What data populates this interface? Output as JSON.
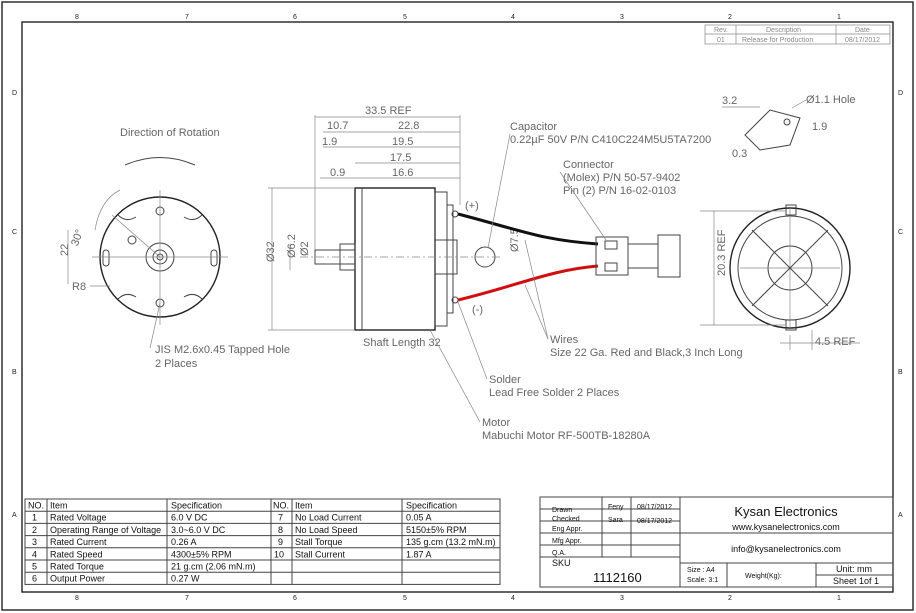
{
  "zones": {
    "cols": [
      "8",
      "7",
      "6",
      "5",
      "4",
      "3",
      "2",
      "1"
    ],
    "rows": [
      "D",
      "C",
      "B",
      "A"
    ]
  },
  "revision": {
    "headers": [
      "Rev.",
      "Description",
      "Date"
    ],
    "row": [
      "01",
      "Release for Production",
      "08/17/2012"
    ]
  },
  "left_view": {
    "title": "Direction of Rotation",
    "angle": "30°",
    "dim_22": "22",
    "radius": "R8",
    "hole_note": "JIS M2.6x0.45 Tapped Hole",
    "hole_count": "2 Places"
  },
  "side_view": {
    "d_overall": "33.5 REF",
    "d_10_7": "10.7",
    "d_22_8": "22.8",
    "d_1_9": "1.9",
    "d_19_5": "19.5",
    "d_17_5": "17.5",
    "d_0_9": "0.9",
    "d_16_6": "16.6",
    "dia32": "Ø32",
    "dia6_2": "Ø6.2",
    "dia2": "Ø2",
    "dia7_5": "Ø7.5",
    "plus": "(+)",
    "minus": "(-)",
    "shaft_length": "Shaft Length 32"
  },
  "callouts": {
    "capacitor_title": "Capacitor",
    "capacitor_desc": "0.22µF 50V P/N C410C224M5U5TA7200",
    "connector_title": "Connector",
    "connector_line1": "(Molex) P/N 50-57-9402",
    "connector_line2": "Pin (2) P/N 16-02-0103",
    "wires_title": "Wires",
    "wires_desc": "Size 22 Ga. Red and Black,3 Inch Long",
    "solder_title": "Solder",
    "solder_desc": "Lead Free Solder 2 Places",
    "motor_title": "Motor",
    "motor_desc": "Mabuchi Motor RF-500TB-18280A"
  },
  "detail": {
    "d_3_2": "3.2",
    "hole": "Ø1.1 Hole",
    "d_1_9": "1.9",
    "d_0_3": "0.3"
  },
  "right_view": {
    "d_20_3": "20.3 REF",
    "d_4_5": "4.5 REF"
  },
  "spec_table": {
    "headers": [
      "NO.",
      "Item",
      "Specification",
      "NO.",
      "Item",
      "Specification"
    ],
    "left": [
      [
        "1",
        "Rated Voltage",
        "6.0 V DC"
      ],
      [
        "2",
        "Operating Range of Voltage",
        "3.0~6.0 V DC"
      ],
      [
        "3",
        "Rated Current",
        "0.26 A"
      ],
      [
        "4",
        "Rated Speed",
        "4300±5% RPM"
      ],
      [
        "5",
        "Rated Torque",
        "21 g.cm (2.06 mN.m)"
      ],
      [
        "6",
        "Output Power",
        "0.27 W"
      ]
    ],
    "right": [
      [
        "7",
        "No Load Current",
        "0.05 A"
      ],
      [
        "8",
        "No Load Speed",
        "5150±5% RPM"
      ],
      [
        "9",
        "Stall Torque",
        "135 g.cm (13.2 mN.m)"
      ],
      [
        "10",
        "Stall Current",
        "1.87 A"
      ]
    ]
  },
  "title_block": {
    "drawn_label": "Drawn",
    "drawn_by": "Feny",
    "drawn_date": "08/17/2012",
    "checked_label": "Checked",
    "checked_by": "Sara",
    "checked_date": "08/17/2012",
    "eng_label": "Eng Appr.",
    "mfg_label": "Mfg Appr.",
    "qa_label": "Q.A.",
    "company": "Kysan Electronics",
    "website": "www.kysanelectronics.com",
    "email": "info@kysanelectronics.com",
    "sku_label": "SKU",
    "sku": "1112160",
    "size": "Size : A4",
    "scale": "Scale: 3:1",
    "weight": "Weight(Kg):",
    "unit": "Unit: mm",
    "sheet": "Sheet 1of 1"
  },
  "colors": {
    "red_wire": "#d01010",
    "black_wire": "#111111"
  }
}
